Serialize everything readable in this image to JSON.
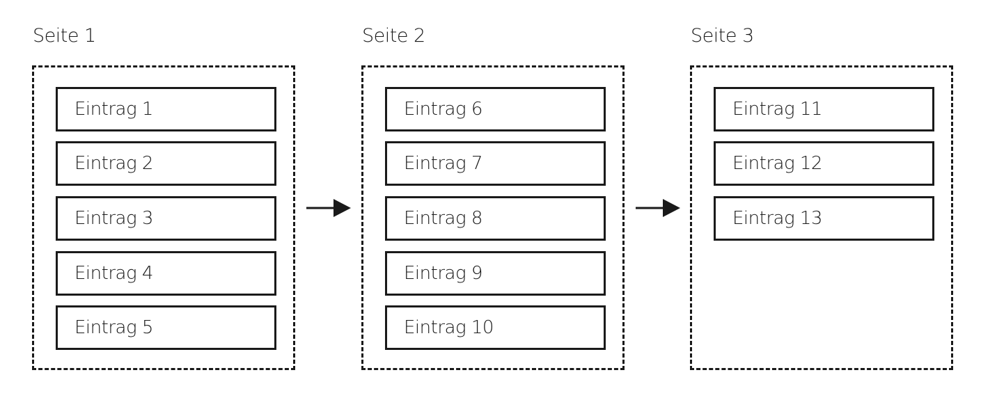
{
  "pages": [
    {
      "title": "Seite 1",
      "entries": [
        "Eintrag 1",
        "Eintrag 2",
        "Eintrag 3",
        "Eintrag 4",
        "Eintrag 5"
      ]
    },
    {
      "title": "Seite 2",
      "entries": [
        "Eintrag 6",
        "Eintrag 7",
        "Eintrag 8",
        "Eintrag 9",
        "Eintrag 10"
      ]
    },
    {
      "title": "Seite 3",
      "entries": [
        "Eintrag 11",
        "Eintrag 12",
        "Eintrag 13"
      ]
    }
  ],
  "colors": {
    "stroke": "#1a1a1a",
    "background": "#ffffff"
  }
}
